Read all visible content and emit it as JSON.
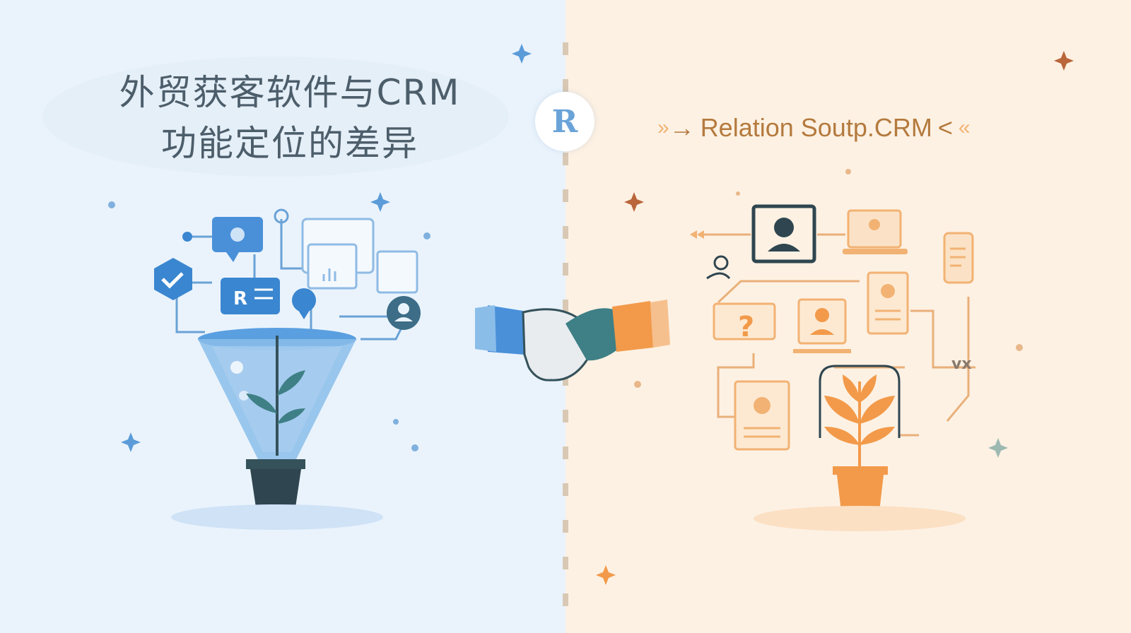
{
  "title": {
    "line1": "外贸获客软件与CRM",
    "line2": "功能定位的差异"
  },
  "badge": {
    "letter": "R"
  },
  "right_heading": {
    "arrow": "→",
    "text": "Relation Soutp.CRM",
    "trail": "<",
    "chevron_left": "»",
    "chevron_right": "«"
  },
  "diagram_labels": {
    "left_card_text": "R",
    "right_code": "vx"
  },
  "colors": {
    "left_bg": "#eaf3fc",
    "right_bg": "#fdf1e3",
    "blue_accent": "#4a90d9",
    "orange_accent": "#f29a4a",
    "dark_teal": "#35515a"
  }
}
